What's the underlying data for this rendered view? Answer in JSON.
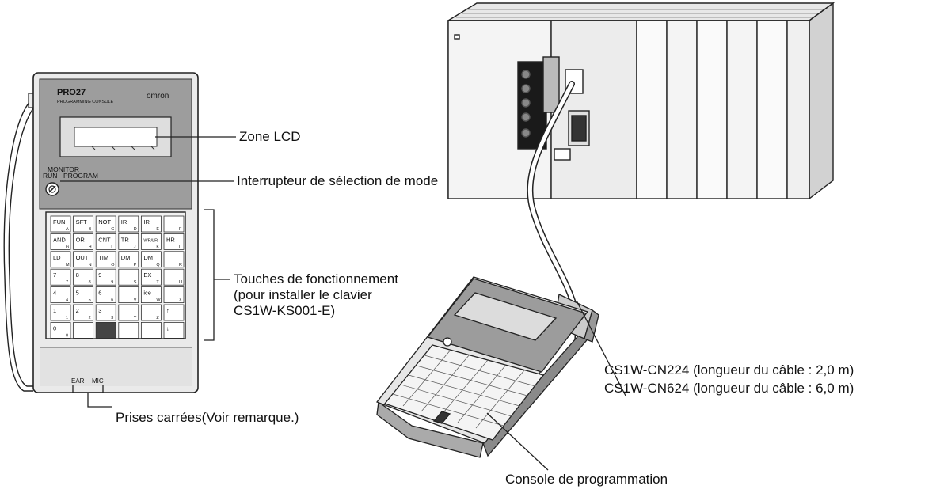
{
  "console_device": {
    "model": "PRO27",
    "subtitle": "PROGRAMMING CONSOLE",
    "brand": "omron",
    "mode_monitor": "MONITOR",
    "mode_run": "RUN",
    "mode_program": "PROGRAM",
    "jack_ear": "EAR",
    "jack_mic": "MIC",
    "keys": [
      {
        "main": "FUN",
        "sub": "A"
      },
      {
        "main": "SFT",
        "sub": "B"
      },
      {
        "main": "NOT",
        "sub": "C"
      },
      {
        "main": "IR",
        "sub": "D"
      },
      {
        "main": "IR",
        "sub": "E"
      },
      {
        "main": "",
        "sub": "F"
      },
      {
        "main": "AND",
        "sub": "G"
      },
      {
        "main": "OR",
        "sub": "H"
      },
      {
        "main": "CNT",
        "sub": "I"
      },
      {
        "main": "TR",
        "sub": "J"
      },
      {
        "main": "WR/LR",
        "sub": "K"
      },
      {
        "main": "HR",
        "sub": "L"
      },
      {
        "main": "LD",
        "sub": "M"
      },
      {
        "main": "OUT",
        "sub": "N"
      },
      {
        "main": "TIM",
        "sub": "O"
      },
      {
        "main": "DM",
        "sub": "P"
      },
      {
        "main": "DM",
        "sub": "Q"
      },
      {
        "main": "",
        "sub": "R"
      },
      {
        "main": "7",
        "sub": "7"
      },
      {
        "main": "8",
        "sub": "8"
      },
      {
        "main": "9",
        "sub": "9"
      },
      {
        "main": "",
        "sub": "S"
      },
      {
        "main": "EX",
        "sub": "T"
      },
      {
        "main": "",
        "sub": "U"
      },
      {
        "main": "4",
        "sub": "4"
      },
      {
        "main": "5",
        "sub": "5"
      },
      {
        "main": "6",
        "sub": "6"
      },
      {
        "main": "",
        "sub": "V"
      },
      {
        "main": "ice",
        "sub": "W"
      },
      {
        "main": "",
        "sub": "X"
      },
      {
        "main": "1",
        "sub": "1"
      },
      {
        "main": "2",
        "sub": "2"
      },
      {
        "main": "3",
        "sub": "3"
      },
      {
        "main": "",
        "sub": "Y"
      },
      {
        "main": "",
        "sub": "Z"
      },
      {
        "main": "↑",
        "sub": ""
      },
      {
        "main": "0",
        "sub": "0"
      },
      {
        "main": "",
        "sub": ""
      },
      {
        "main": "",
        "sub": ""
      },
      {
        "main": "",
        "sub": ""
      },
      {
        "main": "",
        "sub": ""
      },
      {
        "main": "↓",
        "sub": ""
      }
    ]
  },
  "callouts": {
    "lcd_zone": "Zone LCD",
    "mode_switch": "Interrupteur de sélection de mode",
    "keys_line1": "Touches de fonctionnement",
    "keys_line2": "(pour installer le clavier",
    "keys_line3": "CS1W-KS001-E)",
    "jacks": "Prises carrées(Voir remarque.)",
    "cable_1": "CS1W-CN224 (longueur du câble : 2,0 m)",
    "cable_2": "CS1W-CN624 (longueur du câble : 6,0 m)",
    "programming_console": "Console de programmation"
  }
}
